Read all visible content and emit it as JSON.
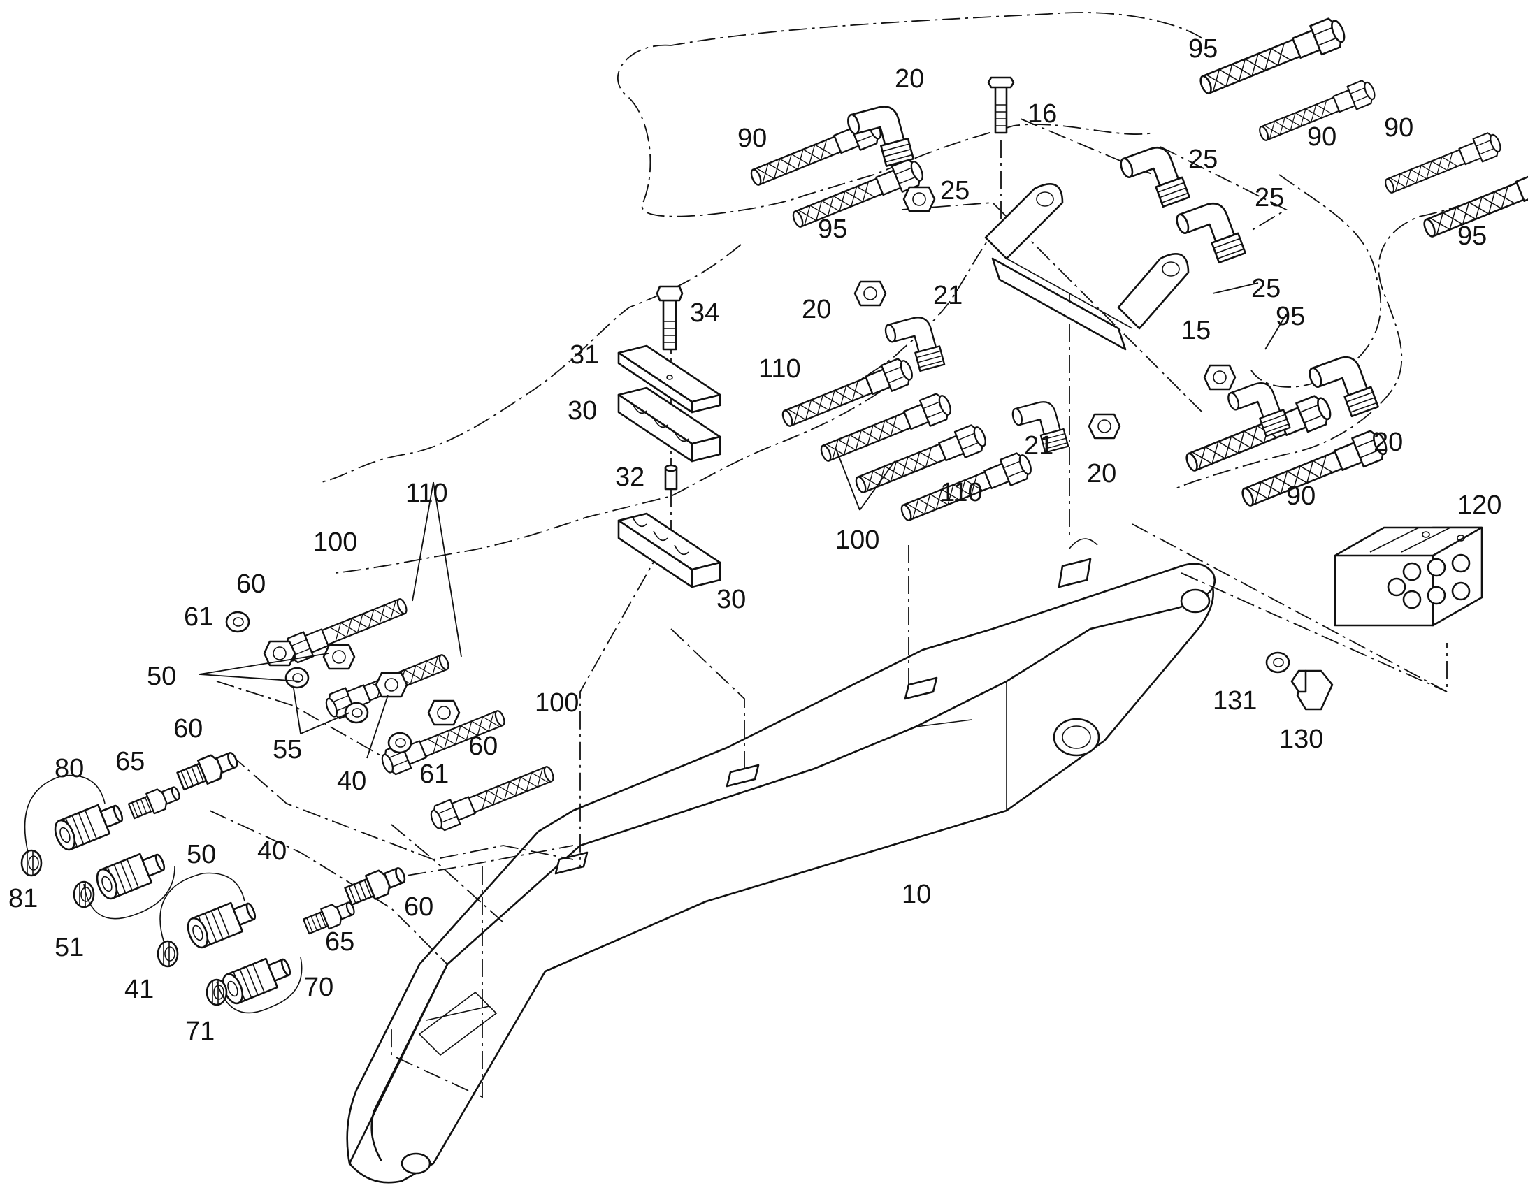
{
  "colors": {
    "line": "#111111",
    "background": "#ffffff"
  },
  "callouts": [
    {
      "id": "c95a",
      "text": "95"
    },
    {
      "id": "c20a",
      "text": "20"
    },
    {
      "id": "c16",
      "text": "16"
    },
    {
      "id": "c90a",
      "text": "90"
    },
    {
      "id": "c90b",
      "text": "90"
    },
    {
      "id": "c90c",
      "text": "90"
    },
    {
      "id": "c25a",
      "text": "25"
    },
    {
      "id": "c95b",
      "text": "95"
    },
    {
      "id": "c25b",
      "text": "25"
    },
    {
      "id": "c25c",
      "text": "25"
    },
    {
      "id": "c95c",
      "text": "95"
    },
    {
      "id": "c20b",
      "text": "20"
    },
    {
      "id": "c21a",
      "text": "21"
    },
    {
      "id": "c34",
      "text": "34"
    },
    {
      "id": "c25d",
      "text": "25"
    },
    {
      "id": "c15",
      "text": "15"
    },
    {
      "id": "c95d",
      "text": "95"
    },
    {
      "id": "c31",
      "text": "31"
    },
    {
      "id": "c110a",
      "text": "110"
    },
    {
      "id": "c30a",
      "text": "30"
    },
    {
      "id": "c21b",
      "text": "21"
    },
    {
      "id": "c20c",
      "text": "20"
    },
    {
      "id": "c20d",
      "text": "20"
    },
    {
      "id": "c110b",
      "text": "110"
    },
    {
      "id": "c32",
      "text": "32"
    },
    {
      "id": "c110c",
      "text": "110"
    },
    {
      "id": "c90d",
      "text": "90"
    },
    {
      "id": "c120",
      "text": "120"
    },
    {
      "id": "c100a",
      "text": "100"
    },
    {
      "id": "c100b",
      "text": "100"
    },
    {
      "id": "c60a",
      "text": "60"
    },
    {
      "id": "c30b",
      "text": "30"
    },
    {
      "id": "c61a",
      "text": "61"
    },
    {
      "id": "c50a",
      "text": "50"
    },
    {
      "id": "c100c",
      "text": "100"
    },
    {
      "id": "c131",
      "text": "131"
    },
    {
      "id": "c60b",
      "text": "60"
    },
    {
      "id": "c55",
      "text": "55"
    },
    {
      "id": "c60c",
      "text": "60"
    },
    {
      "id": "c130",
      "text": "130"
    },
    {
      "id": "c80",
      "text": "80"
    },
    {
      "id": "c65a",
      "text": "65"
    },
    {
      "id": "c40a",
      "text": "40"
    },
    {
      "id": "c61b",
      "text": "61"
    },
    {
      "id": "c40b",
      "text": "40"
    },
    {
      "id": "c50b",
      "text": "50"
    },
    {
      "id": "c10",
      "text": "10"
    },
    {
      "id": "c81",
      "text": "81"
    },
    {
      "id": "c60d",
      "text": "60"
    },
    {
      "id": "c51",
      "text": "51"
    },
    {
      "id": "c65b",
      "text": "65"
    },
    {
      "id": "c41",
      "text": "41"
    },
    {
      "id": "c70",
      "text": "70"
    },
    {
      "id": "c71",
      "text": "71"
    }
  ]
}
